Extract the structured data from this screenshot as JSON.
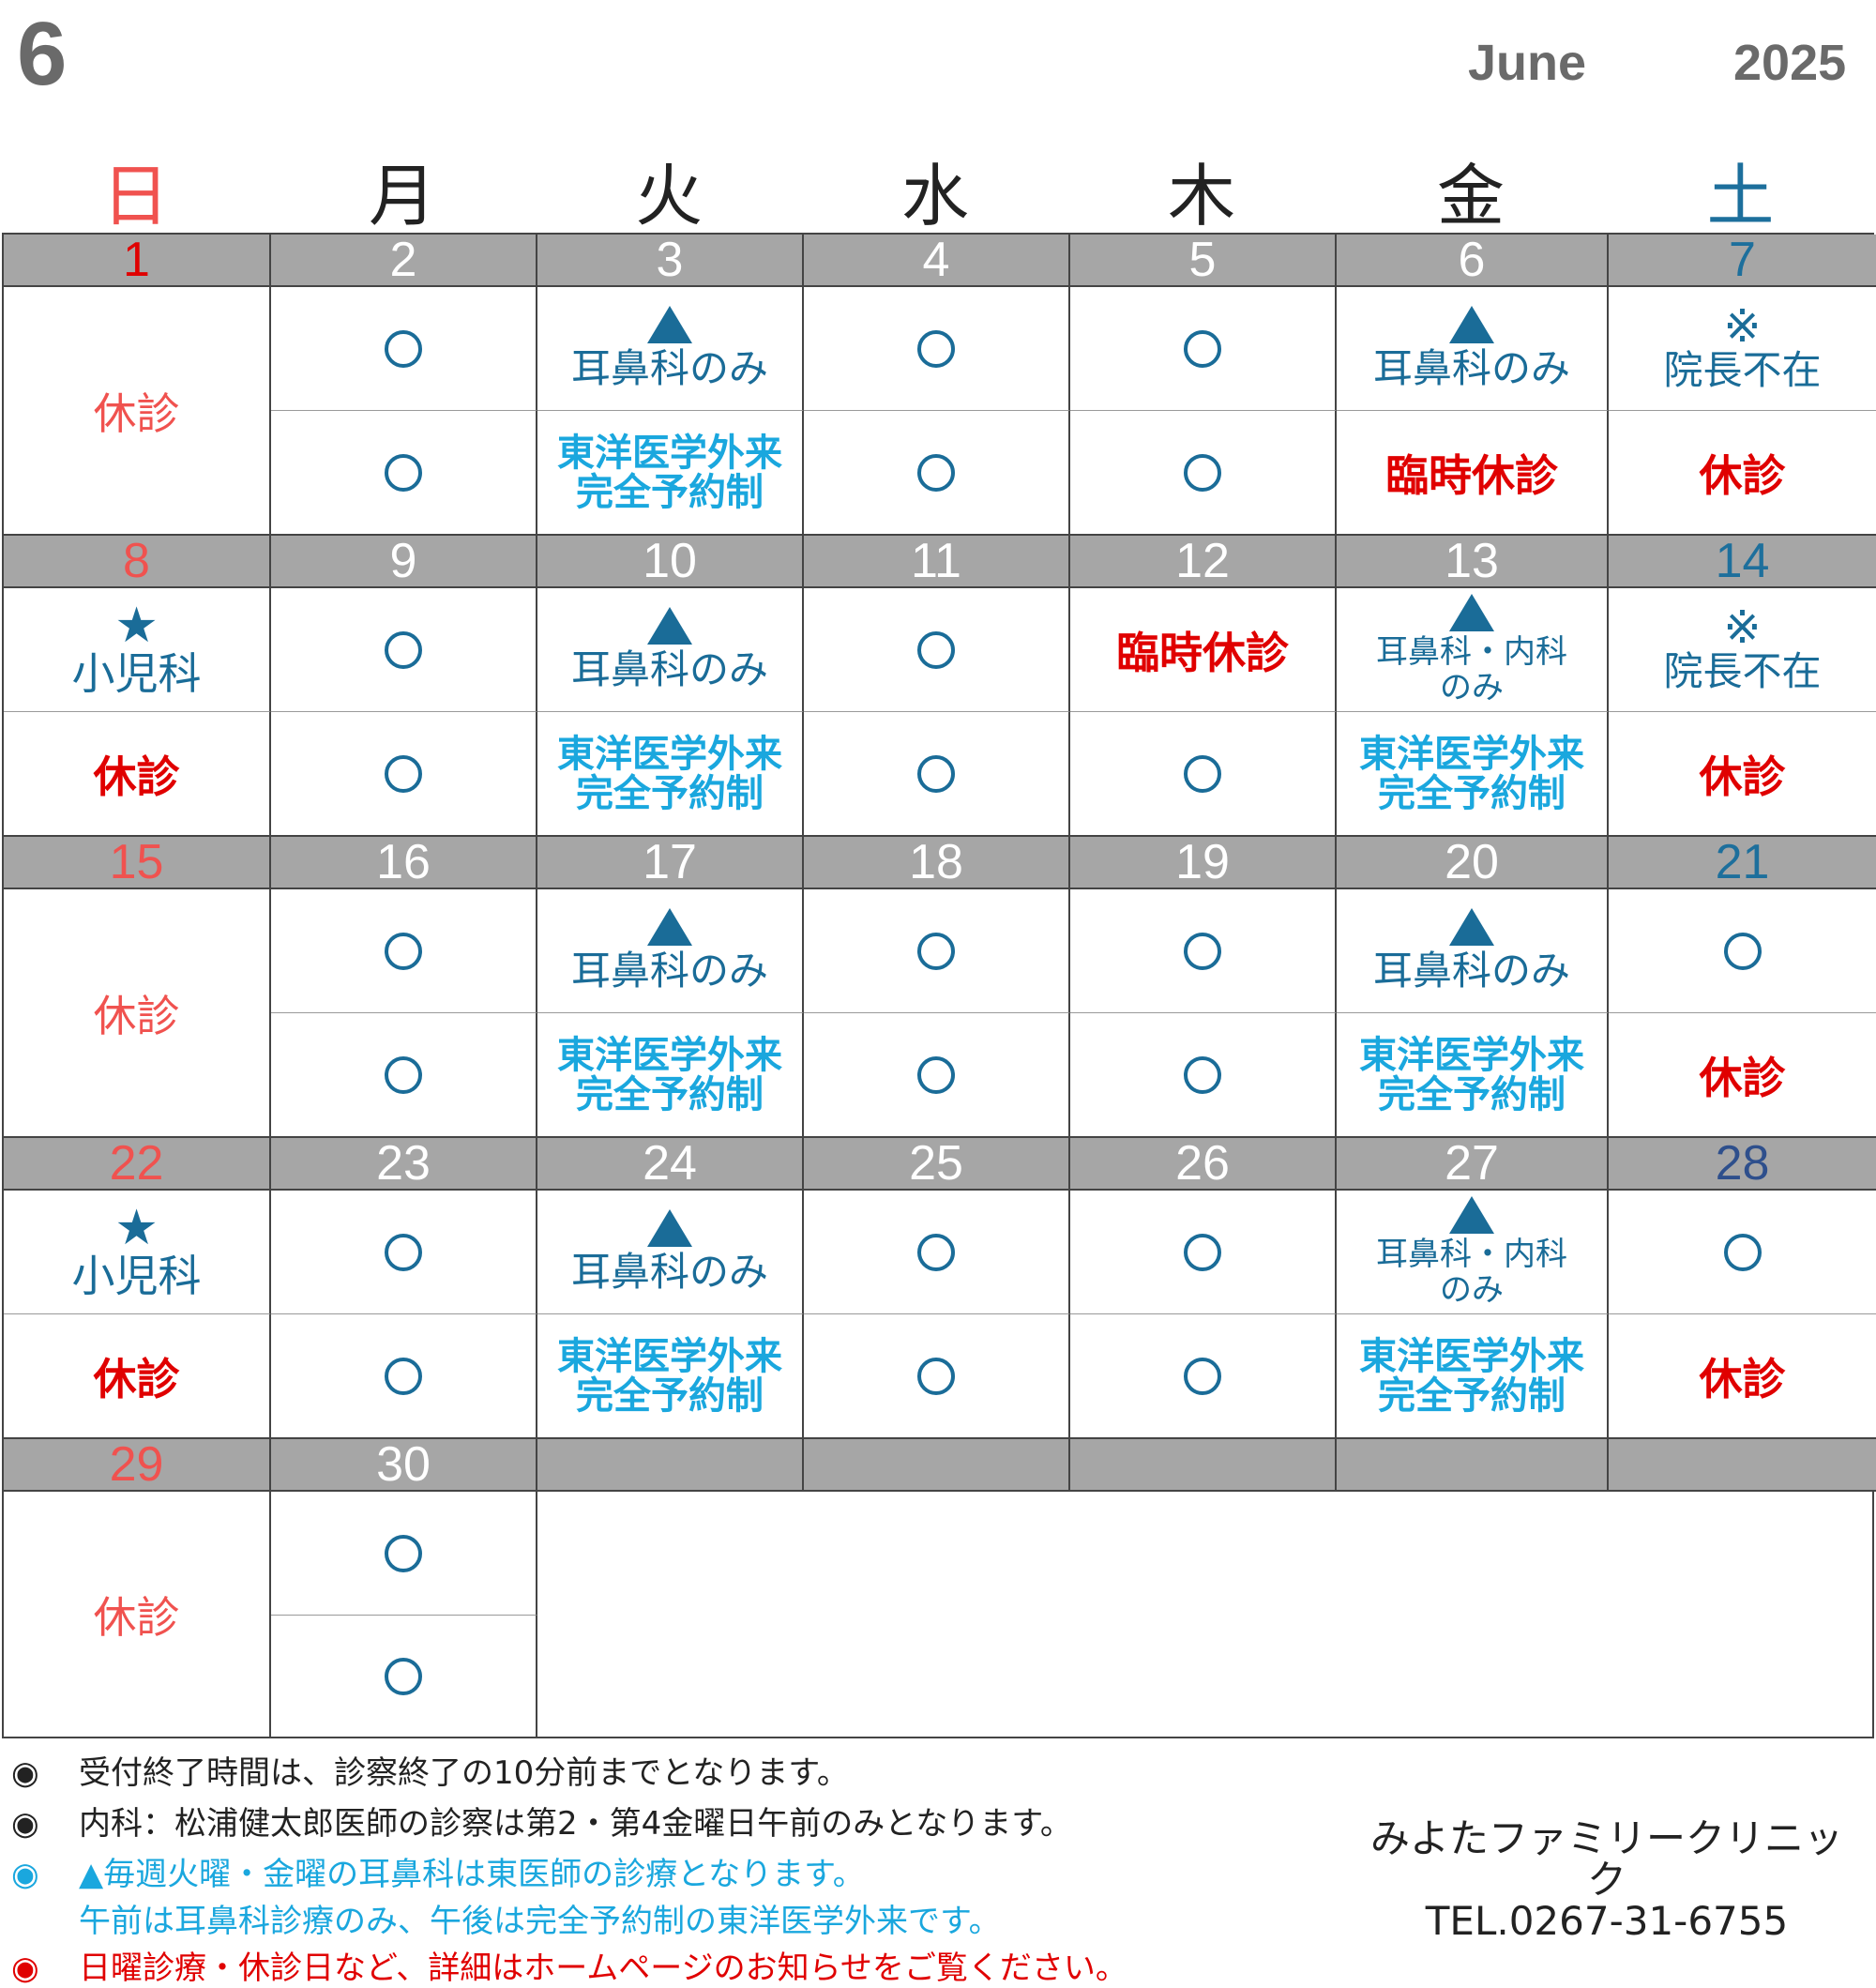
{
  "header": {
    "month_number": "6",
    "month_name": "June",
    "year": "2025"
  },
  "weekdays": [
    "日",
    "月",
    "火",
    "水",
    "木",
    "金",
    "土"
  ],
  "labels": {
    "circle": "○",
    "triangle": "▲",
    "ent_only": "耳鼻科のみ",
    "ent_internal_1": "耳鼻科・内科",
    "ent_internal_2": "のみ",
    "eastern_1": "東洋医学外来",
    "eastern_2": "完全予約制",
    "temp_closed": "臨時休診",
    "closed": "休診",
    "kome": "※",
    "director_absent": "院長不在",
    "star": "★",
    "pediatrics": "小児科"
  },
  "weeks": [
    {
      "days": [
        "1",
        "2",
        "3",
        "4",
        "5",
        "6",
        "7"
      ]
    },
    {
      "days": [
        "8",
        "9",
        "10",
        "11",
        "12",
        "13",
        "14"
      ]
    },
    {
      "days": [
        "15",
        "16",
        "17",
        "18",
        "19",
        "20",
        "21"
      ]
    },
    {
      "days": [
        "22",
        "23",
        "24",
        "25",
        "26",
        "27",
        "28"
      ]
    },
    {
      "days": [
        "29",
        "30",
        "",
        "",
        "",
        "",
        ""
      ]
    }
  ],
  "notes": [
    {
      "marker": "◉",
      "text": "受付終了時間は、診察終了の10分前までとなります。",
      "color": "#222222"
    },
    {
      "marker": "◉",
      "text": "内科：松浦健太郎医師の診察は第2・第4金曜日午前のみとなります。",
      "color": "#222222"
    },
    {
      "marker": "◉",
      "text": "▲毎週火曜・金曜の耳鼻科は東医師の診療となります。",
      "color": "#1aa7de"
    },
    {
      "marker": "",
      "text": "午前は耳鼻科診療のみ、午後は完全予約制の東洋医学外来です。",
      "color": "#1aa7de"
    },
    {
      "marker": "◉",
      "text": "日曜診療・休診日など、詳細はホームページのお知らせをご覧ください。",
      "color": "#e00000"
    }
  ],
  "clinic": {
    "name": "みよたファミリークリニック",
    "tel": "TEL.0267-31-6755"
  }
}
